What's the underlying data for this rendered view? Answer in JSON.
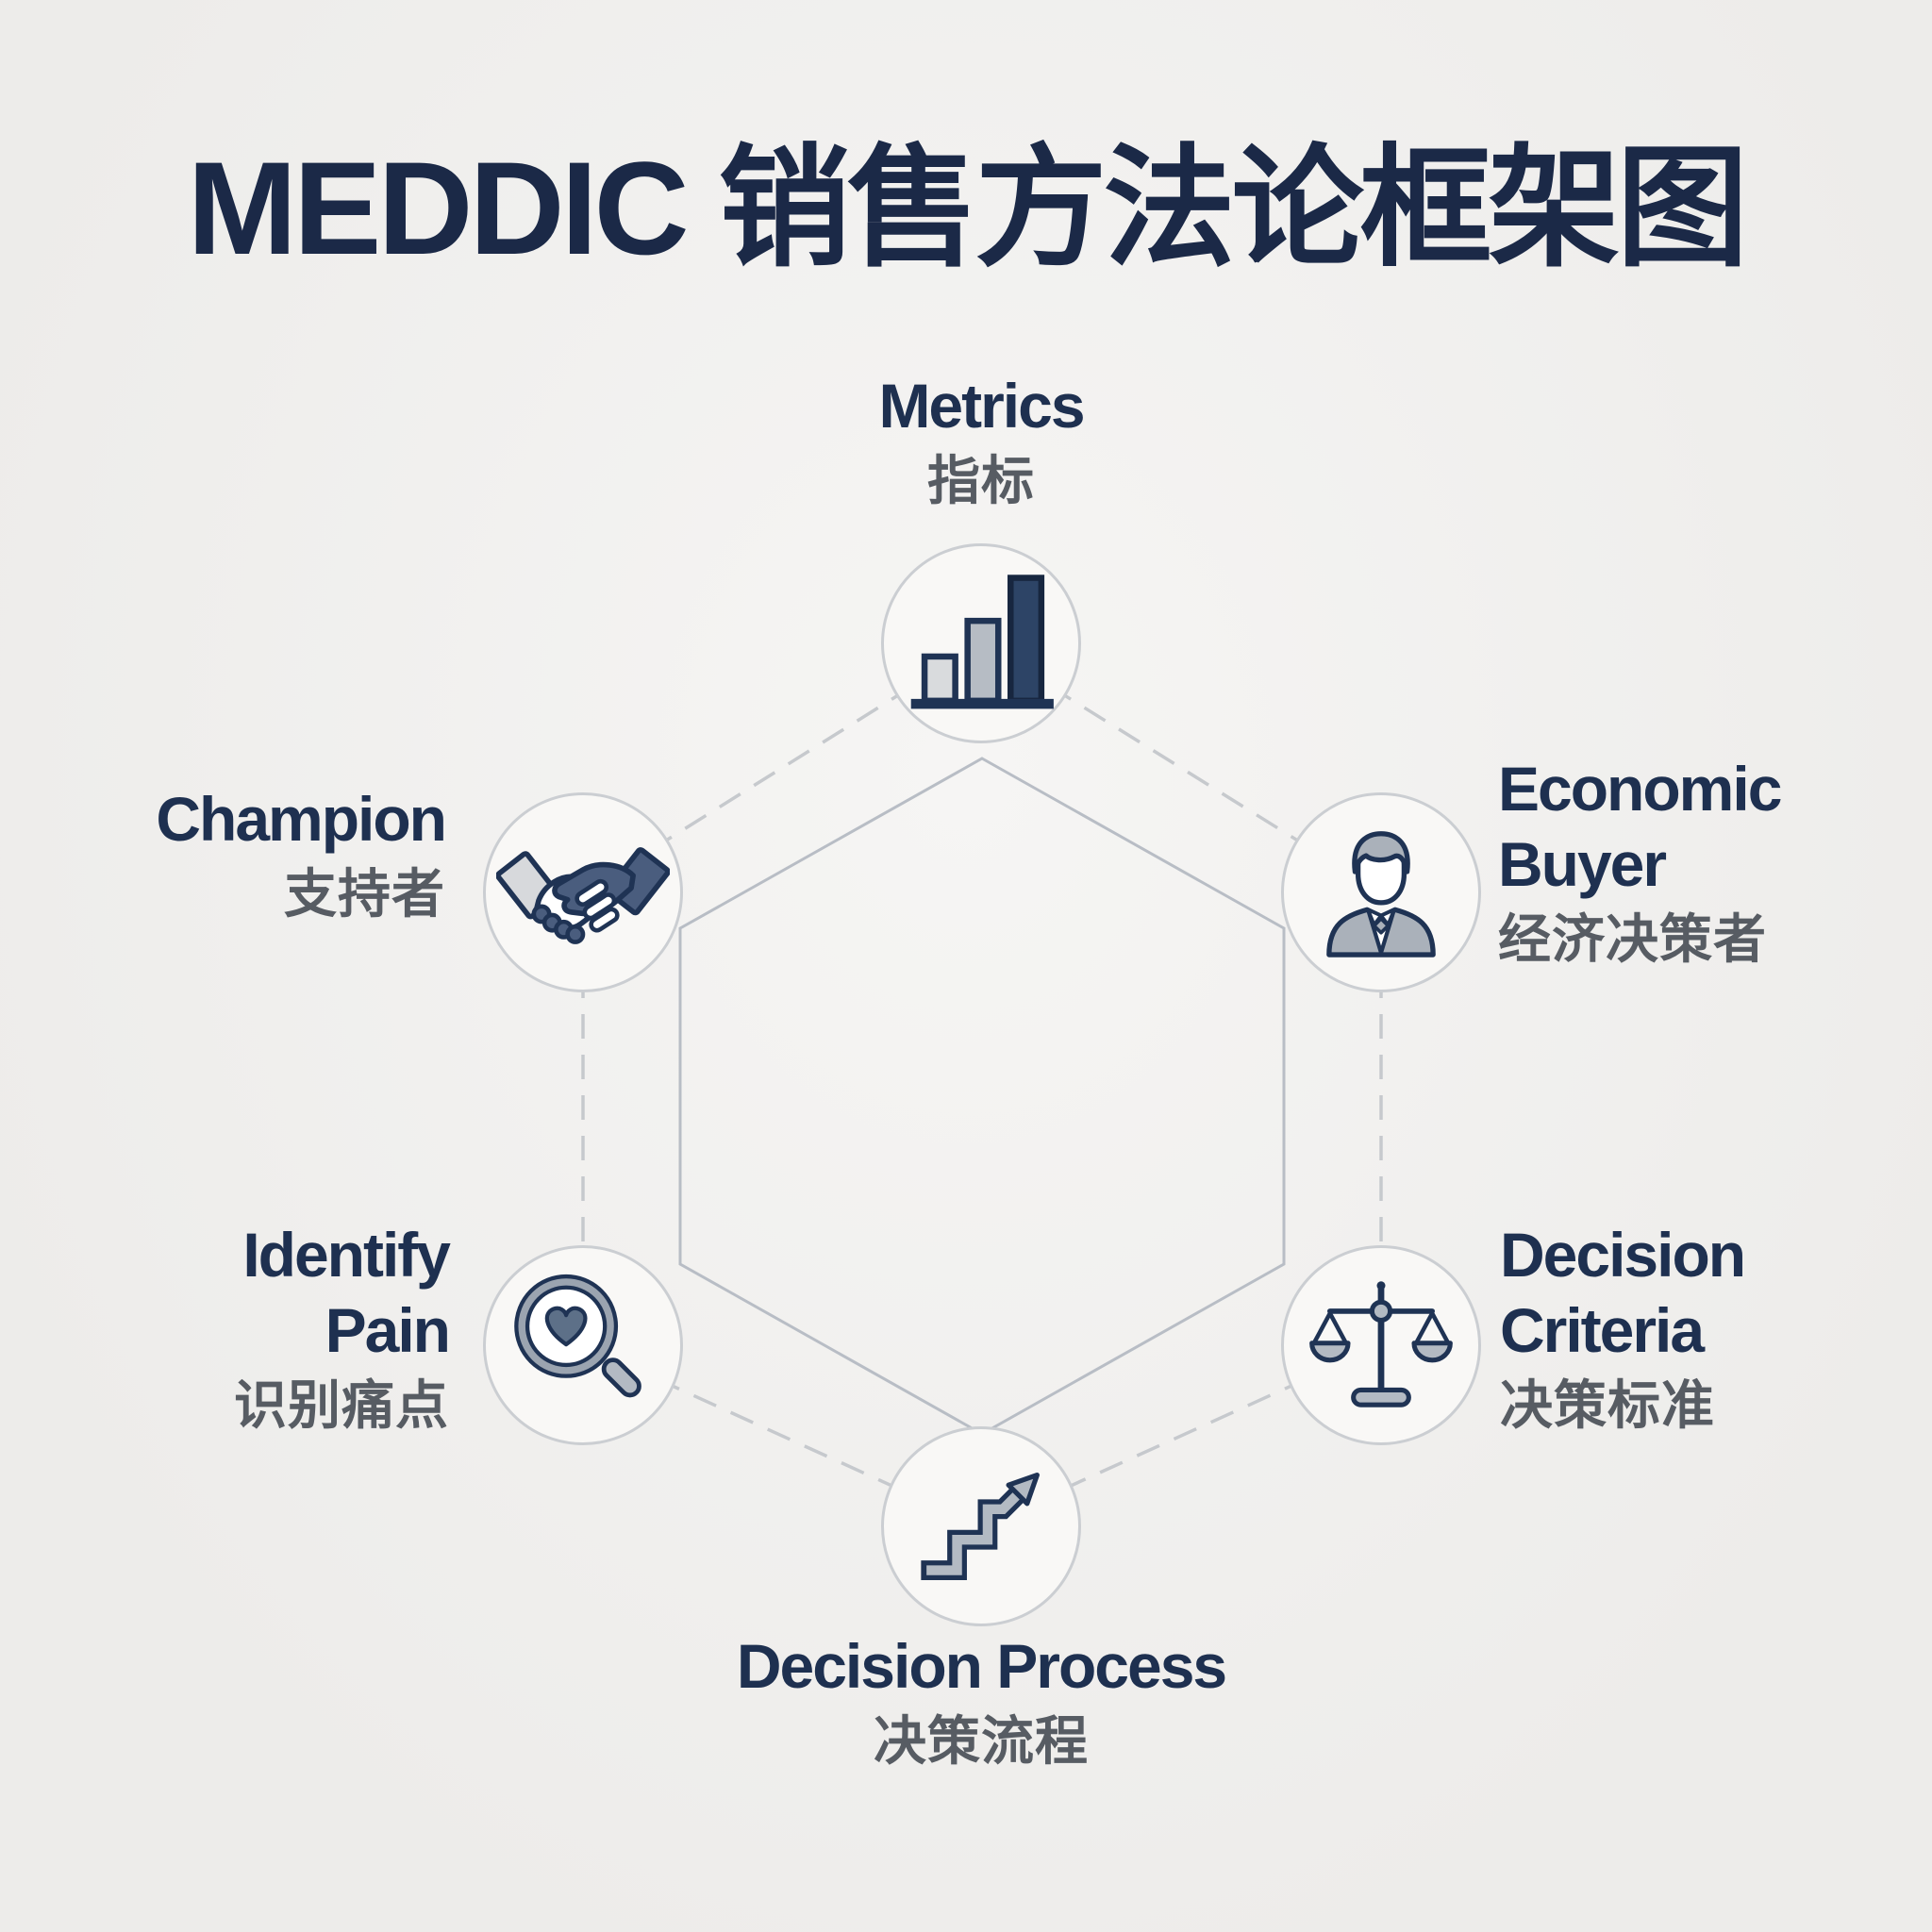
{
  "title": "MEDDIC 销售方法论框架图",
  "nodes": {
    "metrics": {
      "en1": "Metrics",
      "zh": "指标",
      "icon": "bar-chart-icon"
    },
    "economic_buyer": {
      "en1": "Economic",
      "en2": "Buyer",
      "zh": "经济决策者",
      "icon": "businessman-icon"
    },
    "decision_criteria": {
      "en1": "Decision",
      "en2": "Criteria",
      "zh": "决策标准",
      "icon": "balance-scale-icon"
    },
    "decision_process": {
      "en1": "Decision Process",
      "zh": "决策流程",
      "icon": "stairs-arrow-icon"
    },
    "identify_pain": {
      "en1": "Identify",
      "en2": "Pain",
      "zh": "识别痛点",
      "icon": "magnifier-heart-icon"
    },
    "champion": {
      "en1": "Champion",
      "zh": "支持者",
      "icon": "handshake-icon"
    }
  },
  "palette": {
    "background": "#f1f0ee",
    "title_navy": "#1b2947",
    "label_navy": "#1e3050",
    "label_gray": "#575c63",
    "icon_navy": "#1f3354",
    "icon_slate": "#4a5d7e",
    "icon_gray": "#b3bac3",
    "icon_light_gray": "#d7d9dc",
    "icon_dark_bar": "#2d4466",
    "circle_fill": "#f9f8f6",
    "circle_border": "#cbced2",
    "hexagon_line": "#b8bdc5",
    "dashed_line": "#c6c9cd"
  }
}
